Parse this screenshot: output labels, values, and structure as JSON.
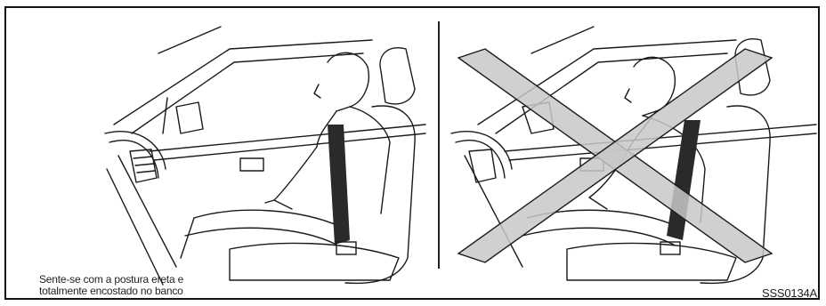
{
  "figure": {
    "caption_lines": [
      "Sente-se com a postura ereta e",
      "totalmente encostado no banco"
    ],
    "figure_code": "SSS0134A"
  },
  "panels": [
    {
      "status": "correct"
    },
    {
      "status": "incorrect",
      "mark": "x-mark-icon"
    }
  ],
  "colors": {
    "line": "#1a1a1a",
    "x_fill": "#c8c8c8",
    "belt": "#2a2a2a"
  }
}
